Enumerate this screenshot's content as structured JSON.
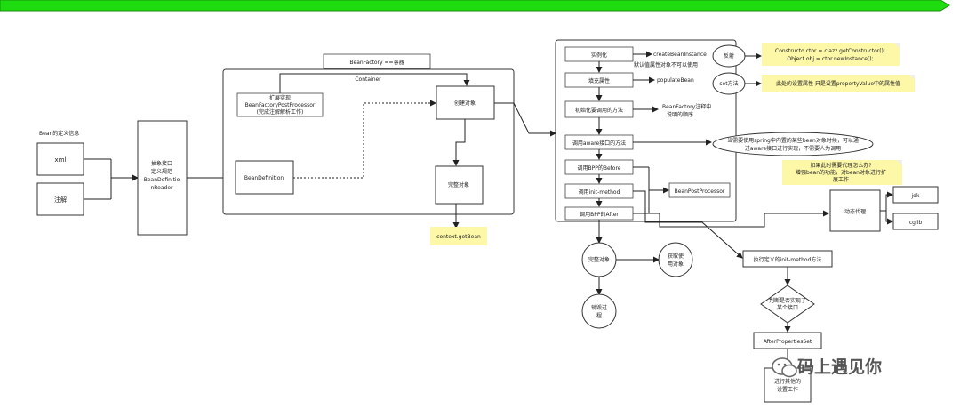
{
  "banner": "",
  "left": {
    "title": "Bean的定义信息",
    "xml": "xml",
    "annotation": "注解",
    "reader": [
      "抽象接口",
      "定义规范",
      "BeanDefinitio",
      "nReader"
    ]
  },
  "factory_label": "BeanFactory ==容器",
  "container": {
    "title": "Container",
    "bfpp": [
      "扩展实现",
      "BeanFactoryPostProcessor",
      "(完成注解解析工作)"
    ],
    "bean_definition": "BeanDefinition",
    "create": "创建对象",
    "complete": "完整对象",
    "get_bean": "context.getBean"
  },
  "lifecycle": {
    "instantiate": "实例化",
    "create_instance": "createBeanInstance",
    "default_props": "默认值属性对象不可以使用",
    "populate": "填充属性",
    "populate_bean": "populateBean",
    "init_called": "初始化要调用的方法",
    "bf_note": [
      "BeanFactory注释中",
      "说明的顺序"
    ],
    "aware": "调用aware接口的方法",
    "bpp_before": "调用BPP的Before",
    "init_method": "调用init-method",
    "bpp_after": "调用BPP的After",
    "bpp": "BeanPostProcessor",
    "reflect": "反射",
    "ctor_note": [
      "Constructo ctor = clazz.getConstructor();",
      "Object obj = ctor.newInstance();"
    ],
    "set_method": "set方法",
    "set_note": "此处的设置属性 只是设置propertyValue中的属性值",
    "aware_note": [
      "当需要使用spring中内置的某些bean对象时候，可以通",
      "过aware接口进行实现，不需要人为调用"
    ],
    "proxy_q": [
      "如果此时需要代理怎么办?",
      "增强bean的功能，对bean对象进行扩",
      "展工作"
    ],
    "dynamic_proxy": "动态代理",
    "jdk": "jdk",
    "cglib": "cglib"
  },
  "bottom": {
    "complete_obj": [
      "完整对象"
    ],
    "obtain": [
      "获取使",
      "用对象"
    ],
    "destroy": [
      "销毁过",
      "程"
    ],
    "exec_init": "执行定义的init-method方法",
    "check": [
      "判断是否实现了",
      "某个接口"
    ],
    "after_props": "AfterPropertiesSet",
    "extra": [
      "进行其他的",
      "设置工作"
    ]
  },
  "watermark": "码上遇见你",
  "colors": {
    "banner_green": "#2ecc1a",
    "note_yellow": "#fdf7a8"
  }
}
